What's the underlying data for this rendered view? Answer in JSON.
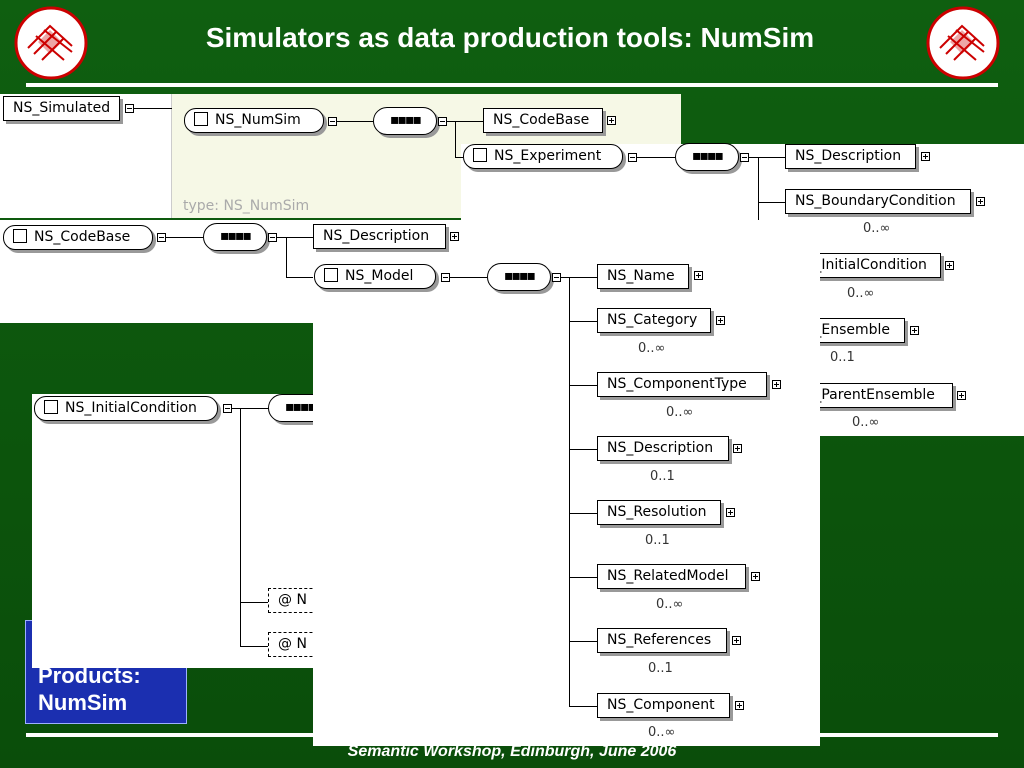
{
  "header": {
    "title": "Simulators as data production tools: NumSim"
  },
  "footer": {
    "text": "Semantic Workshop, Edinburgh, June 2006"
  },
  "side_box": {
    "line1": "Products:",
    "line2": "NumSim"
  },
  "panel1": {
    "root": "NS_Simulated",
    "numsim": "NS_NumSim",
    "type_label": "type: NS_NumSim",
    "codebase": "NS_CodeBase",
    "experiment": "NS_Experiment",
    "children": [
      {
        "label": "NS_Description",
        "card": ""
      },
      {
        "label": "NS_BoundaryCondition",
        "card": "0..∞"
      },
      {
        "label": "NS_InitialCondition",
        "card": "0..∞"
      },
      {
        "label": "NS_Ensemble",
        "card": "0..1"
      },
      {
        "label": "NS_ParentEnsemble",
        "card": "0..∞"
      }
    ]
  },
  "panel2": {
    "codebase": "NS_CodeBase",
    "description": "NS_Description",
    "model": "NS_Model",
    "children": [
      {
        "label": "NS_Name",
        "card": ""
      },
      {
        "label": "NS_Category",
        "card": "0..∞"
      },
      {
        "label": "NS_ComponentType",
        "card": "0..∞"
      },
      {
        "label": "NS_Description",
        "card": "0..1"
      },
      {
        "label": "NS_Resolution",
        "card": "0..1"
      },
      {
        "label": "NS_RelatedModel",
        "card": "0..∞"
      },
      {
        "label": "NS_References",
        "card": "0..1"
      },
      {
        "label": "NS_Component",
        "card": "0..∞"
      }
    ]
  },
  "panel3": {
    "root": "NS_InitialCondition",
    "attr_symbol": "@",
    "attr_initial": "N"
  },
  "colors": {
    "background": "#0e5a0e",
    "side_box": "#1b2fb0",
    "type_tint": "#f6f8e6"
  }
}
